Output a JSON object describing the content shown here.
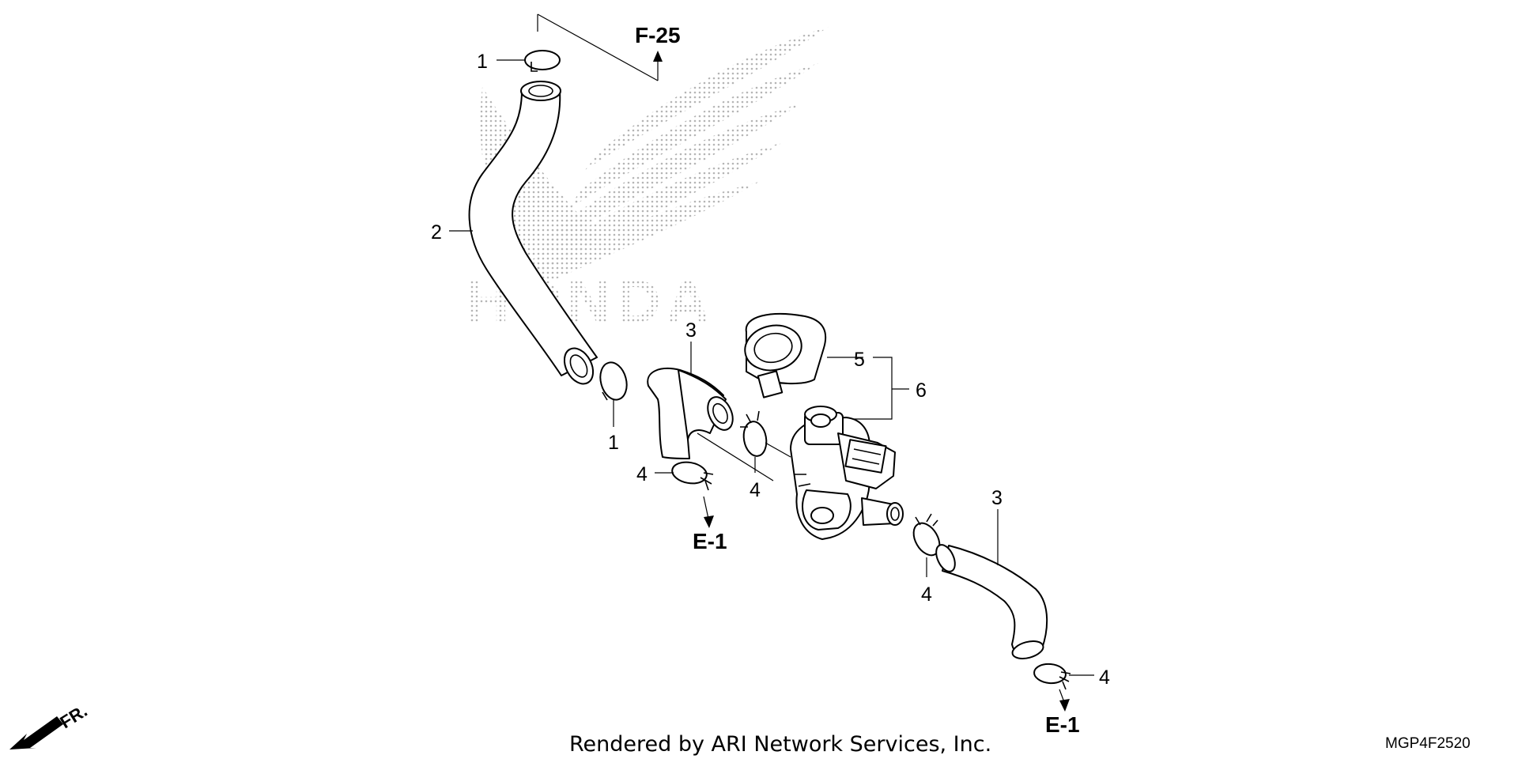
{
  "diagram": {
    "watermark_text": "HONDA",
    "callouts": {
      "c1_top": "1",
      "c1_mid": "1",
      "c2": "2",
      "c3_left": "3",
      "c3_right": "3",
      "c4_left": "4",
      "c4_mid": "4",
      "c4_valve": "4",
      "c4_right": "4",
      "c5": "5",
      "c6": "6"
    },
    "refs": {
      "f25": "F-25",
      "e1_left": "E-1",
      "e1_right": "E-1"
    },
    "front_indicator": "FR.",
    "footer": "Rendered by ARI Network Services, Inc.",
    "diagram_code": "MGP4F2520"
  },
  "colors": {
    "line": "#000000",
    "watermark": "#b5b5b5",
    "background": "#ffffff"
  }
}
